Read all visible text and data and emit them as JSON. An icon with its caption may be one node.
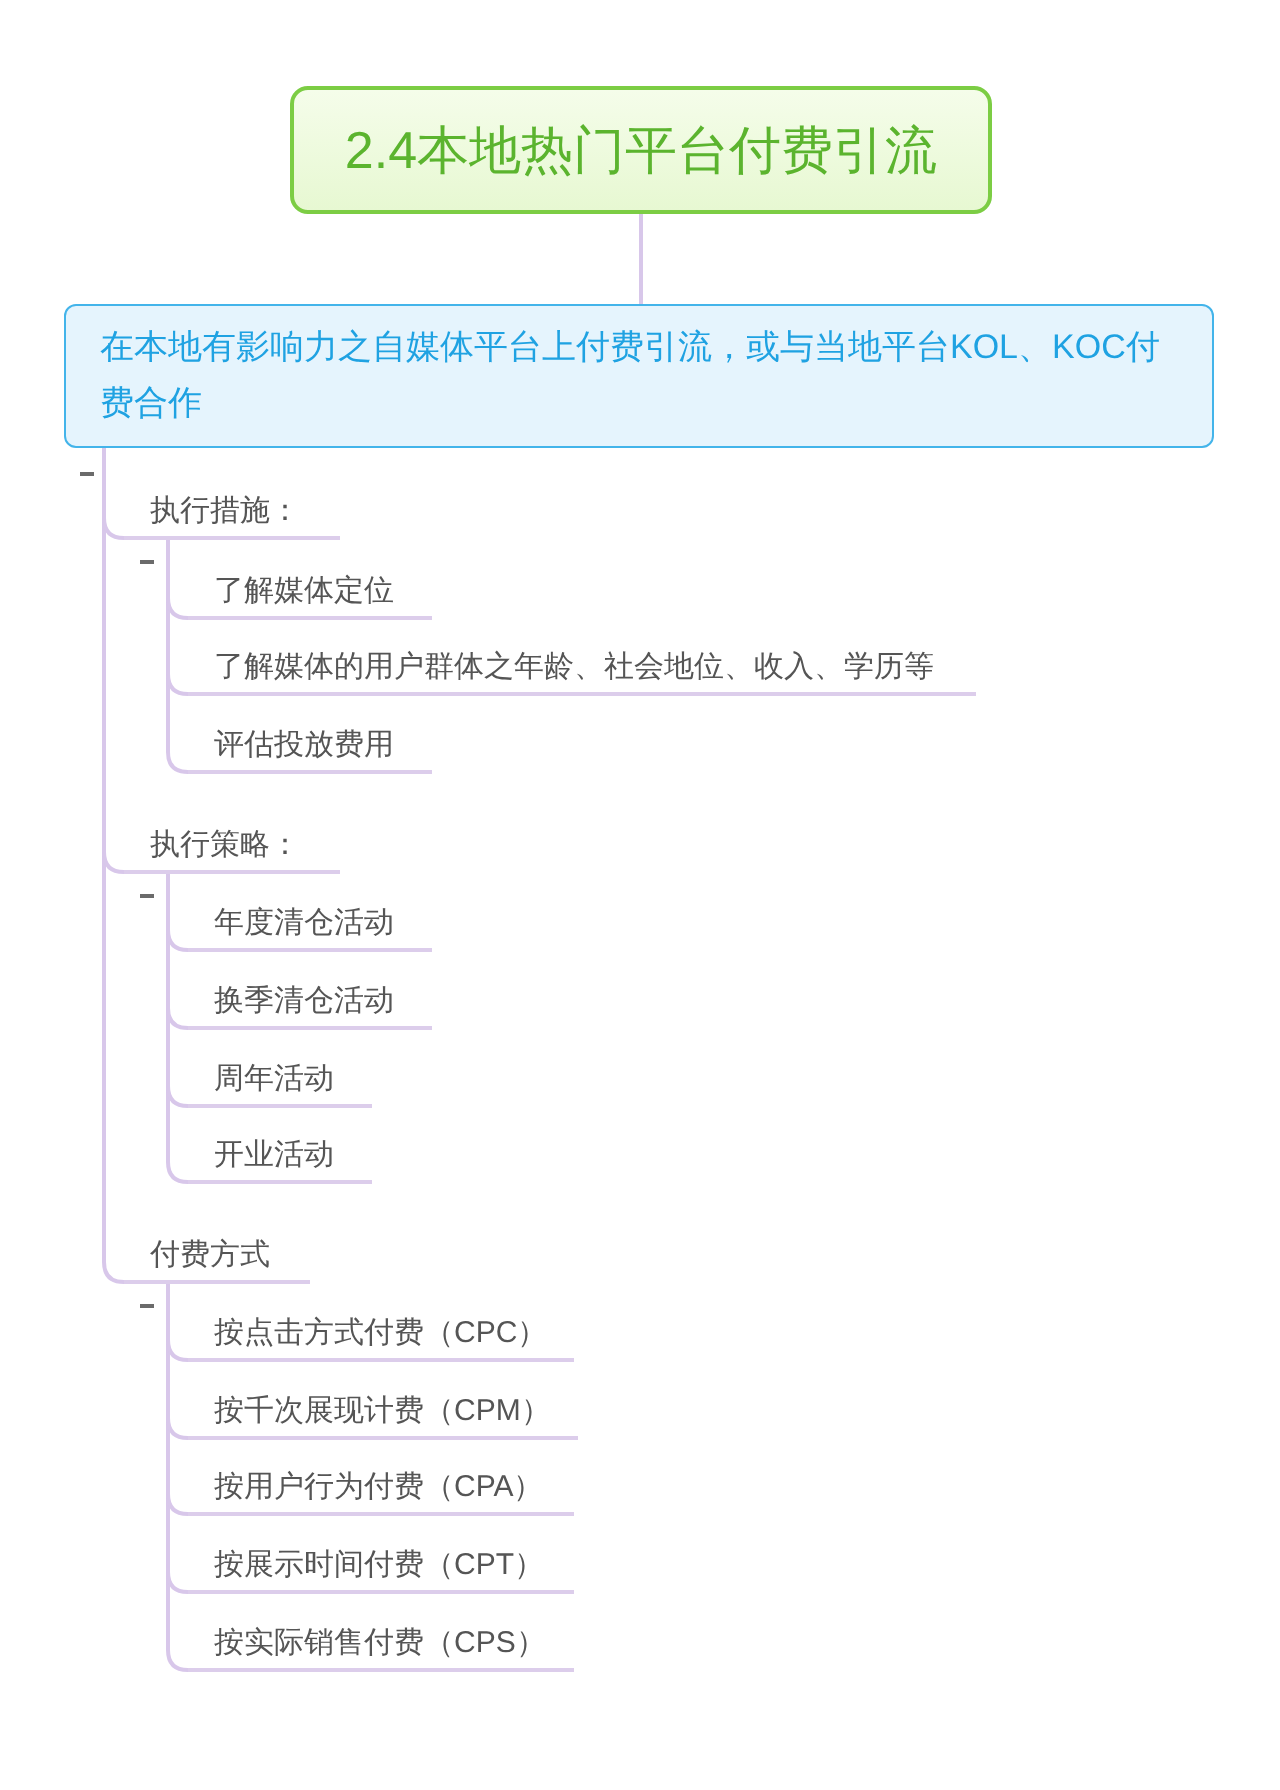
{
  "diagram": {
    "nodes": [
      {
        "text": [
          "2.4本地热门平台付费引流"
        ]
      },
      {
        "text": [
          "在本地有影响力之自媒体平台上付费引流，或与当地平台KOL、KOC付费合作"
        ]
      },
      {
        "text": [
          "执行措施："
        ]
      },
      {
        "text": [
          "了解媒体定位"
        ]
      },
      {
        "text": [
          "了解媒体的用户群体之年龄、社会地位、收入、学历等"
        ]
      },
      {
        "text": [
          "评估投放费用"
        ]
      },
      {
        "text": [
          "执行策略："
        ]
      },
      {
        "text": [
          "年度清仓活动"
        ]
      },
      {
        "text": [
          "换季清仓活动"
        ]
      },
      {
        "text": [
          "周年活动"
        ]
      },
      {
        "text": [
          "开业活动"
        ]
      },
      {
        "text": [
          "付费方式"
        ]
      },
      {
        "text": [
          "按点击方式付费（CPC）"
        ]
      },
      {
        "text": [
          "按千次展现计费（CPM）"
        ]
      },
      {
        "text": [
          "按用户行为付费（CPA）"
        ]
      },
      {
        "text": [
          "按展示时间付费（CPT）"
        ]
      },
      {
        "text": [
          "按实际销售付费（CPS）"
        ]
      }
    ],
    "edges": [
      {
        "from": 0,
        "to": 1,
        "arrow": "none"
      },
      {
        "from": 1,
        "to": 2,
        "arrow": "none"
      },
      {
        "from": 2,
        "to": 3,
        "arrow": "none"
      },
      {
        "from": 2,
        "to": 4,
        "arrow": "none"
      },
      {
        "from": 2,
        "to": 5,
        "arrow": "none"
      },
      {
        "from": 1,
        "to": 6,
        "arrow": "none"
      },
      {
        "from": 6,
        "to": 7,
        "arrow": "none"
      },
      {
        "from": 6,
        "to": 8,
        "arrow": "none"
      },
      {
        "from": 6,
        "to": 9,
        "arrow": "none"
      },
      {
        "from": 6,
        "to": 10,
        "arrow": "none"
      },
      {
        "from": 1,
        "to": 11,
        "arrow": "none"
      },
      {
        "from": 11,
        "to": 12,
        "arrow": "none"
      },
      {
        "from": 11,
        "to": 13,
        "arrow": "none"
      },
      {
        "from": 11,
        "to": 14,
        "arrow": "none"
      },
      {
        "from": 11,
        "to": 15,
        "arrow": "none"
      },
      {
        "from": 11,
        "to": 16,
        "arrow": "none"
      }
    ]
  }
}
